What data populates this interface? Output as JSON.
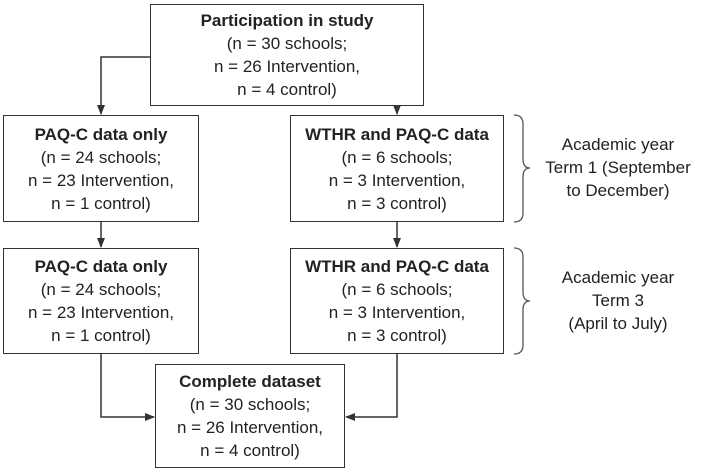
{
  "boxes": {
    "participation": {
      "title": "Participation in study",
      "lines": [
        "(n = 30 schools;",
        "n = 26 Intervention,",
        "n = 4 control)"
      ]
    },
    "paqc_term1": {
      "title": "PAQ-C data only",
      "lines": [
        "(n = 24 schools;",
        "n = 23 Intervention,",
        "n = 1 control)"
      ]
    },
    "wthr_term1": {
      "title": "WTHR and PAQ-C data",
      "lines": [
        "(n = 6 schools;",
        "n = 3 Intervention,",
        "n = 3 control)"
      ]
    },
    "paqc_term3": {
      "title": "PAQ-C data only",
      "lines": [
        "(n = 24 schools;",
        "n = 23 Intervention,",
        "n = 1 control)"
      ]
    },
    "wthr_term3": {
      "title": "WTHR and PAQ-C data",
      "lines": [
        "(n = 6 schools;",
        "n = 3 Intervention,",
        "n = 3 control)"
      ]
    },
    "complete": {
      "title": "Complete dataset",
      "lines": [
        "(n = 30 schools;",
        "n = 26 Intervention,",
        "n = 4 control)"
      ]
    }
  },
  "side_labels": {
    "term1": [
      "Academic year",
      "Term 1 (September",
      "to December)"
    ],
    "term3": [
      "Academic year",
      "Term 3",
      "(April to July)"
    ]
  }
}
